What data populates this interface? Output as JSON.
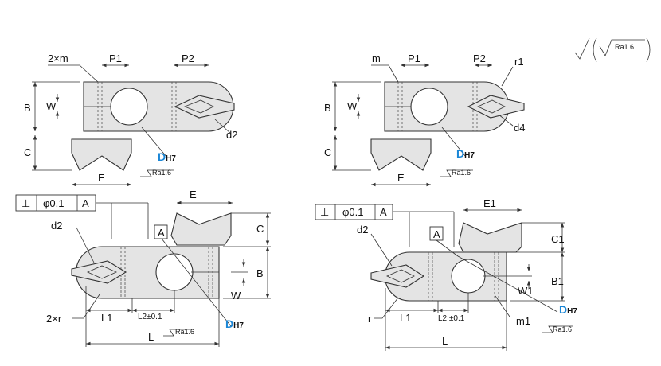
{
  "finish_symbol": {
    "outer": "Ra1.6"
  },
  "views": {
    "tl": {
      "twoxm": "2×m",
      "p1": "P1",
      "p2": "P2",
      "b": "B",
      "w": "W",
      "c": "C",
      "e": "E",
      "d2": "d2",
      "dh7": "D",
      "dh7_sub": "H7",
      "ra": "Ra1.6"
    },
    "tr": {
      "m": "m",
      "p1": "P1",
      "p2": "P2",
      "r1": "r1",
      "b": "B",
      "w": "W",
      "c": "C",
      "e": "E",
      "d4": "d4",
      "dh7": "D",
      "dh7_sub": "H7",
      "ra": "Ra1.6"
    },
    "bl": {
      "perp": "⊥",
      "tol": "φ0.1",
      "datum": "A",
      "datum_box": "A",
      "d2": "d2",
      "e": "E",
      "c": "C",
      "b": "B",
      "w": "W",
      "twoxr": "2×r",
      "l1": "L1",
      "l2": "L2±0.1",
      "l": "L",
      "dh7": "D",
      "dh7_sub": "H7",
      "ra": "Ra1.6"
    },
    "br": {
      "perp": "⊥",
      "tol": "φ0.1",
      "datum": "A",
      "datum_box": "A",
      "d2": "d2",
      "e1": "E1",
      "c1": "C1",
      "b1": "B1",
      "w1": "W1",
      "r": "r",
      "l1": "L1",
      "l2": "L2 ±0.1",
      "m1": "m1",
      "l": "L",
      "dh7": "D",
      "dh7_sub": "H7",
      "ra": "Ra1.6"
    }
  }
}
